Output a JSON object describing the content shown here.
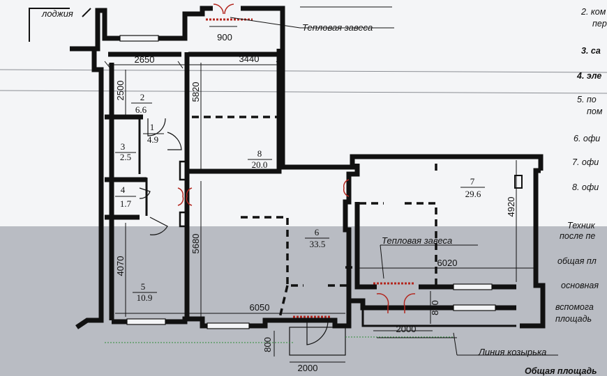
{
  "plan": {
    "labels": {
      "loggia": "лоджия",
      "heat_curtain_top": "Тепловая завеса",
      "heat_curtain_mid": "Тепловая завеса",
      "canopy_line": "Линия козырька"
    },
    "rooms": [
      {
        "num": "2",
        "area": "6.6"
      },
      {
        "num": "1",
        "area": "4.9"
      },
      {
        "num": "3",
        "area": "2.5"
      },
      {
        "num": "4",
        "area": "1.7"
      },
      {
        "num": "5",
        "area": "10.9"
      },
      {
        "num": "8",
        "area": "20.0"
      },
      {
        "num": "6",
        "area": "33.5"
      },
      {
        "num": "7",
        "area": "29.6"
      }
    ],
    "dimensions": {
      "d900": "900",
      "d2650": "2650",
      "d3440": "3440",
      "d2500": "2500",
      "d5820": "5820",
      "d4070": "4070",
      "d5680": "5680",
      "d6050": "6050",
      "d6020": "6020",
      "d4920": "4920",
      "d2000a": "2000",
      "d2000b": "2000",
      "d800a": "800",
      "d800b": "800"
    }
  },
  "legend": [
    {
      "text": "2. ком",
      "bold": false
    },
    {
      "text": "пер",
      "bold": false
    },
    {
      "text": "3. са",
      "bold": true
    },
    {
      "text": "4. эле",
      "bold": true
    },
    {
      "text": "5. по",
      "bold": false
    },
    {
      "text": "пом",
      "bold": false
    },
    {
      "text": "6. офи",
      "bold": false
    },
    {
      "text": "7. офи",
      "bold": false
    },
    {
      "text": "8. офи",
      "bold": false
    },
    {
      "text": "Техник",
      "bold": false
    },
    {
      "text": "после пе",
      "bold": false
    },
    {
      "text": "общая пл",
      "bold": false
    },
    {
      "text": "основная",
      "bold": false
    },
    {
      "text": "вспомога",
      "bold": false
    },
    {
      "text": "площадь",
      "bold": false
    },
    {
      "text": "Общая площадь",
      "bold": true
    }
  ]
}
